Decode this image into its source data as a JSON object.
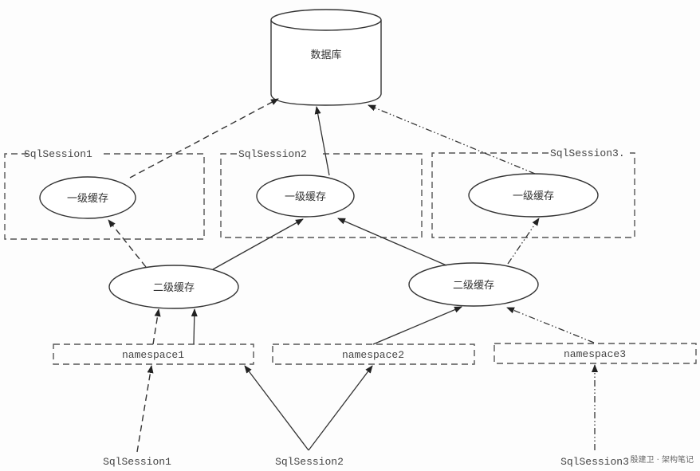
{
  "diagram": {
    "database": {
      "label": "数据库"
    },
    "sessions": [
      {
        "label": "SqlSession1",
        "cache_label": "一级缓存"
      },
      {
        "label": "SqlSession2",
        "cache_label": "一级缓存"
      },
      {
        "label": "SqlSession3.",
        "cache_label": "一级缓存"
      }
    ],
    "second_level_caches": [
      {
        "label": "二级缓存"
      },
      {
        "label": "二级缓存"
      }
    ],
    "namespaces": [
      {
        "label": "namespace1"
      },
      {
        "label": "namespace2"
      },
      {
        "label": "namespace3"
      }
    ],
    "clients": [
      {
        "label": "SqlSession1"
      },
      {
        "label": "SqlSession2"
      },
      {
        "label": "SqlSession3"
      }
    ],
    "edge_styles": {
      "session1": "dashed",
      "session2": "solid",
      "session3": "dash-dot"
    }
  },
  "watermark": "殷建卫 · 架构笔记",
  "colors": {
    "stroke": "#333333",
    "box_dash": "#555555",
    "background": "#fdfdfd"
  }
}
